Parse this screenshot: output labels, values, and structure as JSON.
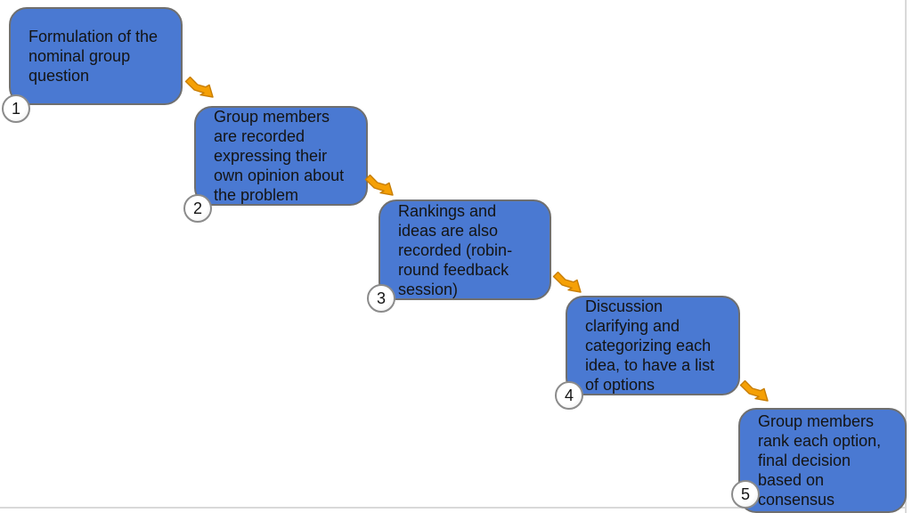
{
  "diagram": {
    "description": "Nominal group technique process flow",
    "steps": [
      {
        "number": "1",
        "text": "Formulation of the\nnominal group\nquestion"
      },
      {
        "number": "2",
        "text": "Group members\nare recorded\nexpressing their\nown opinion about\nthe problem"
      },
      {
        "number": "3",
        "text": "Rankings and\nideas are also\nrecorded (robin-\nround feedback\nsession)"
      },
      {
        "number": "4",
        "text": "Discussion\nclarifying and\ncategorizing each\nidea, to have a list\nof options"
      },
      {
        "number": "5",
        "text": "Group members\nrank each option,\nfinal decision\nbased on\nconsensus"
      }
    ]
  },
  "colors": {
    "box_fill": "#4A79D2",
    "box_border": "#6f6f6f",
    "arrow_fill": "#F5A005",
    "arrow_stroke": "#C87E04",
    "badge_border": "#8b8b8b",
    "badge_shade": "#e7e7e7",
    "text_color": "#141414",
    "slide_edge": "#d9d9d9"
  }
}
